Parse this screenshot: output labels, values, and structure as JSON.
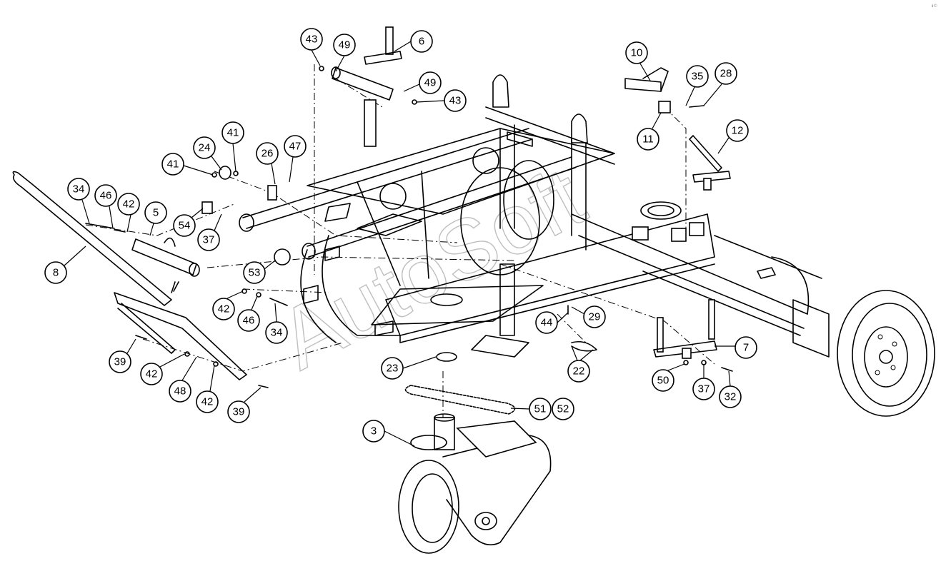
{
  "watermark": "AutoSoft",
  "corner_mark": "ℹ©",
  "parts": [
    {
      "id": "c43a",
      "label": "43"
    },
    {
      "id": "c49a",
      "label": "49"
    },
    {
      "id": "c6",
      "label": "6"
    },
    {
      "id": "c49b",
      "label": "49"
    },
    {
      "id": "c43b",
      "label": "43"
    },
    {
      "id": "c10",
      "label": "10"
    },
    {
      "id": "c35",
      "label": "35"
    },
    {
      "id": "c28",
      "label": "28"
    },
    {
      "id": "c11",
      "label": "11"
    },
    {
      "id": "c12",
      "label": "12"
    },
    {
      "id": "c41a",
      "label": "41"
    },
    {
      "id": "c24",
      "label": "24"
    },
    {
      "id": "c41b",
      "label": "41"
    },
    {
      "id": "c26",
      "label": "26"
    },
    {
      "id": "c47",
      "label": "47"
    },
    {
      "id": "c34a",
      "label": "34"
    },
    {
      "id": "c46a",
      "label": "46"
    },
    {
      "id": "c42a",
      "label": "42"
    },
    {
      "id": "c5",
      "label": "5"
    },
    {
      "id": "c54",
      "label": "54"
    },
    {
      "id": "c37a",
      "label": "37"
    },
    {
      "id": "c8",
      "label": "8"
    },
    {
      "id": "c53",
      "label": "53"
    },
    {
      "id": "c42b",
      "label": "42"
    },
    {
      "id": "c46b",
      "label": "46"
    },
    {
      "id": "c34b",
      "label": "34"
    },
    {
      "id": "c39a",
      "label": "39"
    },
    {
      "id": "c42c",
      "label": "42"
    },
    {
      "id": "c48",
      "label": "48"
    },
    {
      "id": "c42d",
      "label": "42"
    },
    {
      "id": "c39b",
      "label": "39"
    },
    {
      "id": "c44",
      "label": "44"
    },
    {
      "id": "c29",
      "label": "29"
    },
    {
      "id": "c23",
      "label": "23"
    },
    {
      "id": "c22",
      "label": "22"
    },
    {
      "id": "c7",
      "label": "7"
    },
    {
      "id": "c50",
      "label": "50"
    },
    {
      "id": "c37b",
      "label": "37"
    },
    {
      "id": "c32",
      "label": "32"
    },
    {
      "id": "c51",
      "label": "51"
    },
    {
      "id": "c52",
      "label": "52"
    },
    {
      "id": "c3",
      "label": "3"
    }
  ]
}
